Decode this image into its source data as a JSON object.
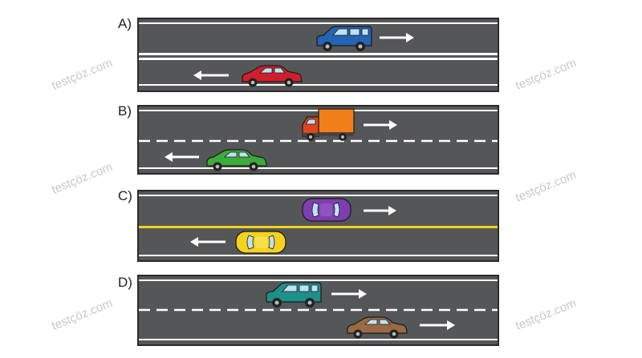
{
  "watermark": "testçöz.com",
  "options": [
    {
      "label": "A)",
      "marking": "double solid white center line",
      "vehicles": [
        {
          "type": "suv",
          "color": "#2563b5",
          "direction": "right"
        },
        {
          "type": "sedan",
          "color": "#d11f2a",
          "direction": "left"
        }
      ]
    },
    {
      "label": "B)",
      "marking": "broken white center line",
      "vehicles": [
        {
          "type": "truck",
          "color": "#f07f1a",
          "direction": "right"
        },
        {
          "type": "sedan",
          "color": "#3cab3c",
          "direction": "left"
        }
      ]
    },
    {
      "label": "C)",
      "marking": "solid yellow center line",
      "vehicles": [
        {
          "type": "car-top",
          "color": "#7d3fb0",
          "direction": "right"
        },
        {
          "type": "car-top",
          "color": "#f4d21e",
          "direction": "left"
        }
      ]
    },
    {
      "label": "D)",
      "marking": "broken white lane line",
      "vehicles": [
        {
          "type": "suv",
          "color": "#1f8f8a",
          "direction": "right"
        },
        {
          "type": "sedan",
          "color": "#9a6a44",
          "direction": "right"
        }
      ]
    }
  ]
}
